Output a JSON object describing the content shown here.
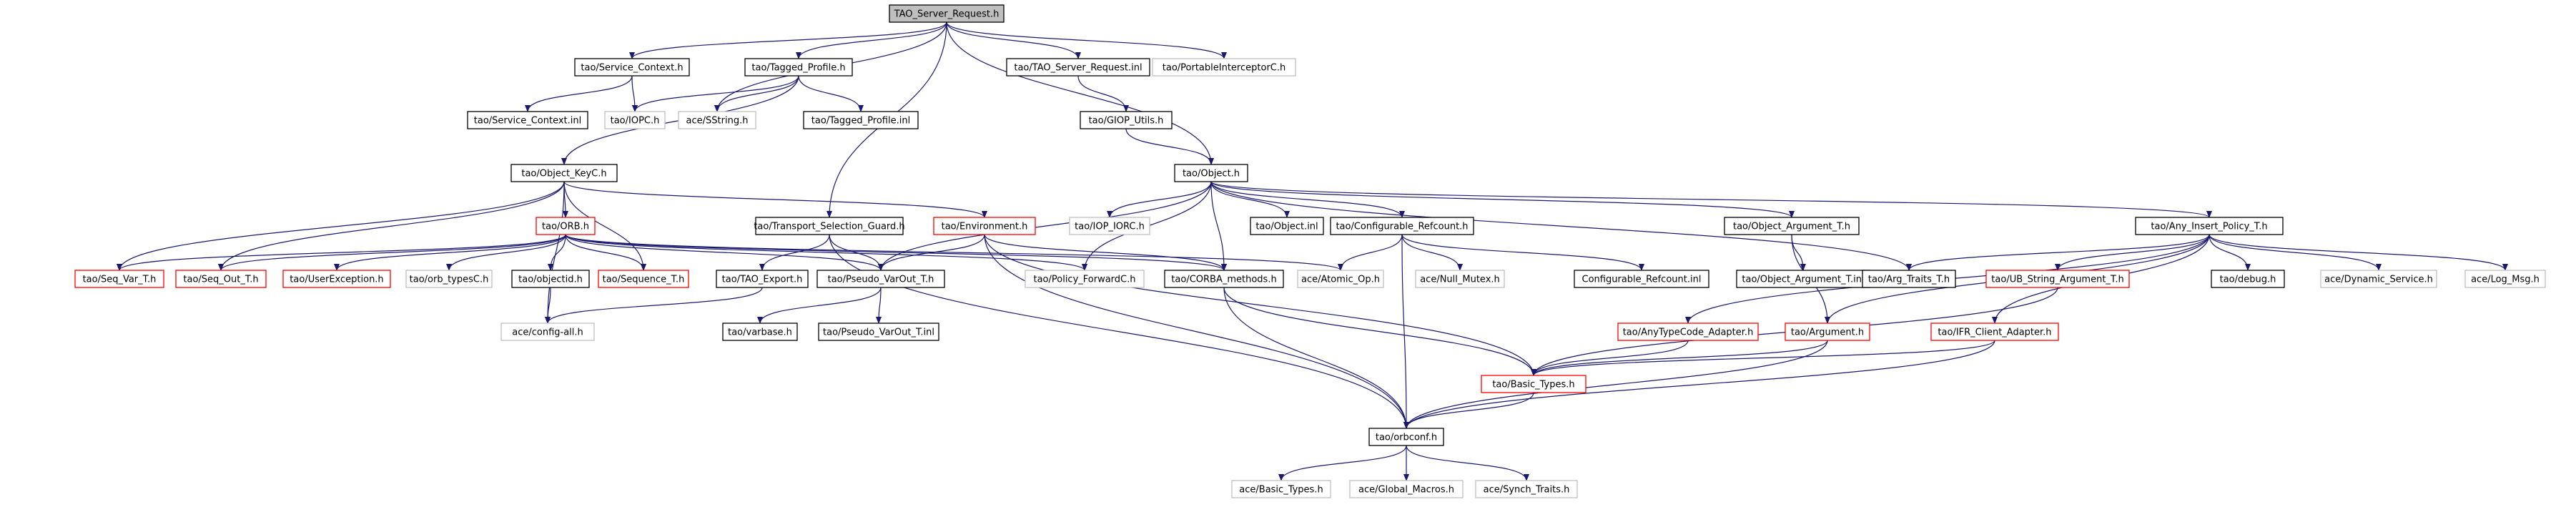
{
  "diagram": {
    "nodes": [
      {
        "id": "n1",
        "label": "TAO_Server_Request.h",
        "style": "root"
      },
      {
        "id": "n2",
        "label": "tao/Service_Context.h",
        "style": "normal"
      },
      {
        "id": "n3",
        "label": "tao/Tagged_Profile.h",
        "style": "normal"
      },
      {
        "id": "n4",
        "label": "tao/TAO_Server_Request.inl",
        "style": "normal"
      },
      {
        "id": "n5",
        "label": "tao/PortableInterceptorC.h",
        "style": "grey"
      },
      {
        "id": "n6",
        "label": "tao/Service_Context.inl",
        "style": "normal"
      },
      {
        "id": "n7",
        "label": "tao/IOPC.h",
        "style": "grey"
      },
      {
        "id": "n8",
        "label": "ace/SString.h",
        "style": "grey"
      },
      {
        "id": "n9",
        "label": "tao/Tagged_Profile.inl",
        "style": "normal"
      },
      {
        "id": "n10",
        "label": "tao/GIOP_Utils.h",
        "style": "normal"
      },
      {
        "id": "n11",
        "label": "tao/Object_KeyC.h",
        "style": "normal"
      },
      {
        "id": "n12",
        "label": "tao/Object.h",
        "style": "normal"
      },
      {
        "id": "n13",
        "label": "tao/ORB.h",
        "style": "red"
      },
      {
        "id": "n14",
        "label": "tao/Transport_Selection_Guard.h",
        "style": "normal"
      },
      {
        "id": "n15",
        "label": "tao/Environment.h",
        "style": "red"
      },
      {
        "id": "n16",
        "label": "tao/IOP_IORC.h",
        "style": "grey"
      },
      {
        "id": "n17",
        "label": "tao/Object.inl",
        "style": "normal"
      },
      {
        "id": "n18",
        "label": "tao/Configurable_Refcount.h",
        "style": "normal"
      },
      {
        "id": "n19",
        "label": "tao/Object_Argument_T.h",
        "style": "normal"
      },
      {
        "id": "n20",
        "label": "tao/Any_Insert_Policy_T.h",
        "style": "normal"
      },
      {
        "id": "n21",
        "label": "tao/Seq_Var_T.h",
        "style": "red"
      },
      {
        "id": "n22",
        "label": "tao/Seq_Out_T.h",
        "style": "red"
      },
      {
        "id": "n23",
        "label": "tao/UserException.h",
        "style": "red"
      },
      {
        "id": "n24",
        "label": "tao/orb_typesC.h",
        "style": "grey"
      },
      {
        "id": "n25",
        "label": "tao/objectid.h",
        "style": "normal"
      },
      {
        "id": "n26",
        "label": "tao/Sequence_T.h",
        "style": "red"
      },
      {
        "id": "n27",
        "label": "tao/TAO_Export.h",
        "style": "normal"
      },
      {
        "id": "n28",
        "label": "tao/Pseudo_VarOut_T.h",
        "style": "normal"
      },
      {
        "id": "n29",
        "label": "tao/Policy_ForwardC.h",
        "style": "grey"
      },
      {
        "id": "n30",
        "label": "tao/CORBA_methods.h",
        "style": "normal"
      },
      {
        "id": "n31",
        "label": "ace/Atomic_Op.h",
        "style": "grey"
      },
      {
        "id": "n32",
        "label": "ace/Null_Mutex.h",
        "style": "grey"
      },
      {
        "id": "n33",
        "label": "Configurable_Refcount.inl",
        "style": "normal"
      },
      {
        "id": "n34",
        "label": "tao/Object_Argument_T.inl",
        "style": "normal"
      },
      {
        "id": "n35",
        "label": "tao/Arg_Traits_T.h",
        "style": "normal"
      },
      {
        "id": "n36",
        "label": "tao/UB_String_Argument_T.h",
        "style": "red"
      },
      {
        "id": "n37",
        "label": "tao/debug.h",
        "style": "normal"
      },
      {
        "id": "n38",
        "label": "ace/Dynamic_Service.h",
        "style": "grey"
      },
      {
        "id": "n39",
        "label": "ace/Log_Msg.h",
        "style": "grey"
      },
      {
        "id": "n40",
        "label": "ace/config-all.h",
        "style": "grey"
      },
      {
        "id": "n41",
        "label": "tao/varbase.h",
        "style": "normal"
      },
      {
        "id": "n42",
        "label": "tao/Pseudo_VarOut_T.inl",
        "style": "normal"
      },
      {
        "id": "n43",
        "label": "tao/AnyTypeCode_Adapter.h",
        "style": "red"
      },
      {
        "id": "n44",
        "label": "tao/Argument.h",
        "style": "red"
      },
      {
        "id": "n45",
        "label": "tao/IFR_Client_Adapter.h",
        "style": "red"
      },
      {
        "id": "n46",
        "label": "tao/Basic_Types.h",
        "style": "red"
      },
      {
        "id": "n47",
        "label": "tao/orbconf.h",
        "style": "normal"
      },
      {
        "id": "n48",
        "label": "ace/Basic_Types.h",
        "style": "grey"
      },
      {
        "id": "n49",
        "label": "ace/Global_Macros.h",
        "style": "grey"
      },
      {
        "id": "n50",
        "label": "ace/Synch_Traits.h",
        "style": "grey"
      }
    ],
    "edges": [
      [
        "n1",
        "n2"
      ],
      [
        "n1",
        "n3"
      ],
      [
        "n1",
        "n8"
      ],
      [
        "n1",
        "n4"
      ],
      [
        "n1",
        "n5"
      ],
      [
        "n1",
        "n14"
      ],
      [
        "n1",
        "n12"
      ],
      [
        "n2",
        "n6"
      ],
      [
        "n2",
        "n7"
      ],
      [
        "n3",
        "n7"
      ],
      [
        "n3",
        "n8"
      ],
      [
        "n3",
        "n9"
      ],
      [
        "n3",
        "n11"
      ],
      [
        "n4",
        "n10"
      ],
      [
        "n10",
        "n12"
      ],
      [
        "n11",
        "n13"
      ],
      [
        "n11",
        "n15"
      ],
      [
        "n11",
        "n21"
      ],
      [
        "n11",
        "n22"
      ],
      [
        "n11",
        "n26"
      ],
      [
        "n11",
        "n40"
      ],
      [
        "n13",
        "n21"
      ],
      [
        "n13",
        "n22"
      ],
      [
        "n13",
        "n23"
      ],
      [
        "n13",
        "n24"
      ],
      [
        "n13",
        "n25"
      ],
      [
        "n13",
        "n26"
      ],
      [
        "n13",
        "n28"
      ],
      [
        "n13",
        "n29"
      ],
      [
        "n13",
        "n30"
      ],
      [
        "n13",
        "n31"
      ],
      [
        "n14",
        "n27"
      ],
      [
        "n14",
        "n28"
      ],
      [
        "n14",
        "n47"
      ],
      [
        "n15",
        "n28"
      ],
      [
        "n15",
        "n30"
      ],
      [
        "n15",
        "n46"
      ],
      [
        "n15",
        "n47"
      ],
      [
        "n12",
        "n16"
      ],
      [
        "n12",
        "n17"
      ],
      [
        "n12",
        "n18"
      ],
      [
        "n12",
        "n19"
      ],
      [
        "n12",
        "n20"
      ],
      [
        "n12",
        "n28"
      ],
      [
        "n12",
        "n29"
      ],
      [
        "n12",
        "n30"
      ],
      [
        "n12",
        "n35"
      ],
      [
        "n18",
        "n31"
      ],
      [
        "n18",
        "n32"
      ],
      [
        "n18",
        "n33"
      ],
      [
        "n18",
        "n47"
      ],
      [
        "n19",
        "n34"
      ],
      [
        "n19",
        "n44"
      ],
      [
        "n20",
        "n35"
      ],
      [
        "n20",
        "n36"
      ],
      [
        "n20",
        "n37"
      ],
      [
        "n20",
        "n38"
      ],
      [
        "n20",
        "n39"
      ],
      [
        "n20",
        "n43"
      ],
      [
        "n20",
        "n44"
      ],
      [
        "n20",
        "n45"
      ],
      [
        "n25",
        "n40"
      ],
      [
        "n27",
        "n40"
      ],
      [
        "n28",
        "n41"
      ],
      [
        "n28",
        "n42"
      ],
      [
        "n30",
        "n46"
      ],
      [
        "n30",
        "n47"
      ],
      [
        "n36",
        "n46"
      ],
      [
        "n43",
        "n46"
      ],
      [
        "n44",
        "n46"
      ],
      [
        "n44",
        "n47"
      ],
      [
        "n45",
        "n46"
      ],
      [
        "n45",
        "n47"
      ],
      [
        "n46",
        "n47"
      ],
      [
        "n47",
        "n48"
      ],
      [
        "n47",
        "n49"
      ],
      [
        "n47",
        "n50"
      ]
    ]
  },
  "colors": {
    "edge": "#191970",
    "node_normal": "#000000",
    "node_red": "#ff0000",
    "node_grey": "#bfbfbf",
    "root_fill": "#bfbfbf"
  }
}
